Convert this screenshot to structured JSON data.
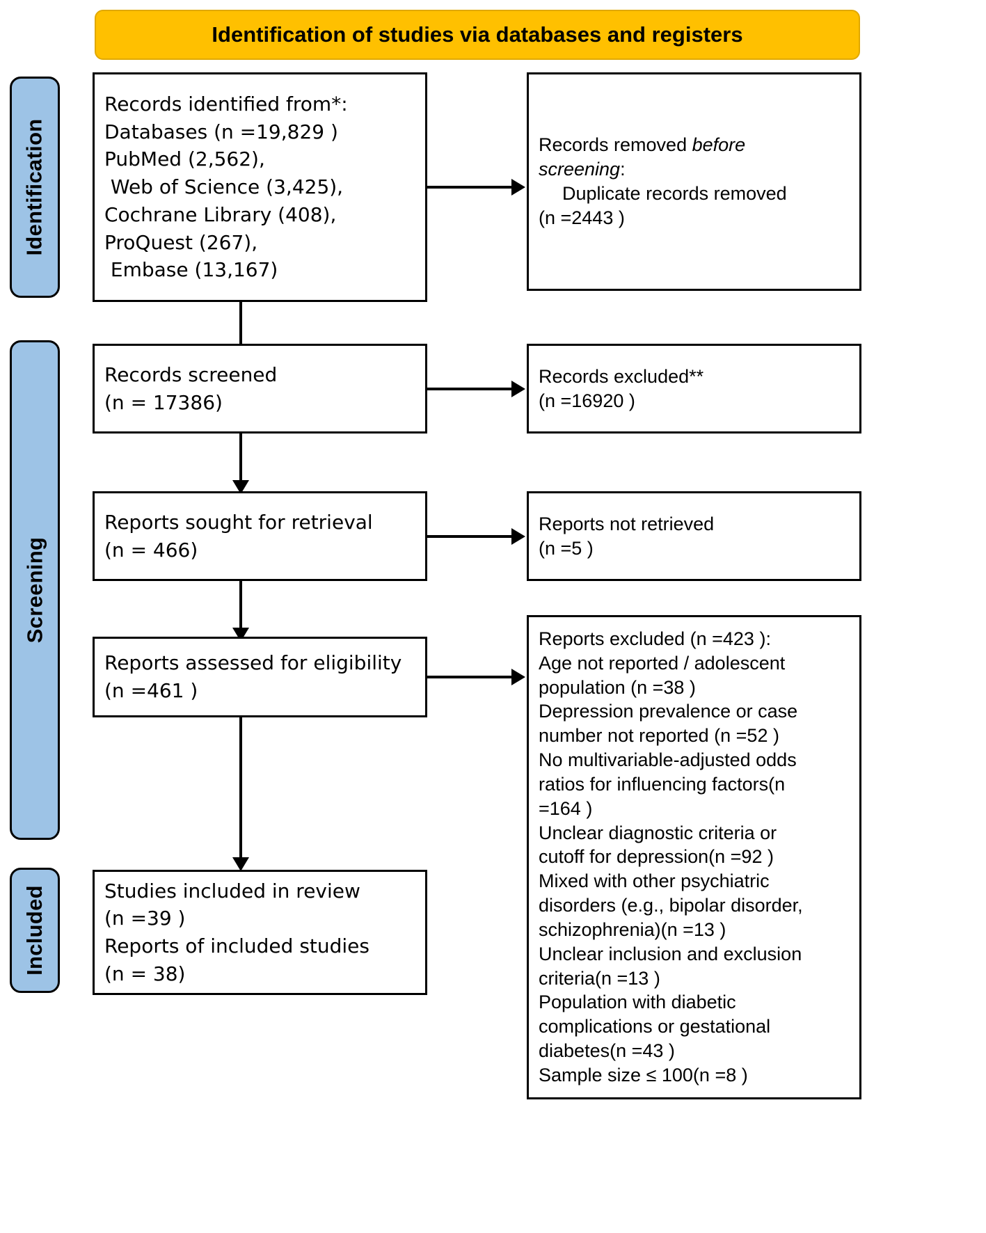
{
  "header": {
    "title": "Identification of studies via databases and registers",
    "bg_color": "#FFC000"
  },
  "phases": [
    {
      "label": "Identification"
    },
    {
      "label": "Screening"
    },
    {
      "label": "Included"
    }
  ],
  "phase_bar_color": "#9DC3E6",
  "boxes": {
    "identified": {
      "lines": [
        "Records identified from*:",
        "Databases (n =19,829 )",
        "PubMed (2,562),",
        " Web of Science (3,425),",
        "Cochrane Library (408),",
        "ProQuest (267),",
        " Embase (13,167)"
      ]
    },
    "removed_before_screening": {
      "line1_plain": "Records removed ",
      "line1_italic": "before",
      "line2_italic": "screening",
      "line2_plain": ":",
      "line3": "Duplicate records removed",
      "line4": "(n =2443 )"
    },
    "records_screened": {
      "lines": [
        "Records screened",
        "(n = 17386)"
      ]
    },
    "records_excluded": {
      "lines": [
        "Records excluded**",
        "(n =16920 )"
      ]
    },
    "reports_sought": {
      "lines": [
        "Reports sought for retrieval",
        "(n = 466)"
      ]
    },
    "reports_not_retrieved": {
      "lines": [
        "Reports not retrieved",
        "(n =5 )"
      ]
    },
    "reports_assessed": {
      "lines": [
        "Reports assessed for eligibility",
        "(n =461 )"
      ]
    },
    "reports_excluded": {
      "lines": [
        "Reports excluded (n =423 ):",
        "Age not reported / adolescent",
        "population (n =38 )",
        "Depression prevalence or case",
        "number not reported (n =52 )",
        "No multivariable-adjusted odds",
        "ratios for influencing factors(n",
        "=164 )",
        "Unclear diagnostic criteria or",
        "cutoff for depression(n =92 )",
        "Mixed with other psychiatric",
        "disorders (e.g., bipolar disorder,",
        "schizophrenia)(n =13 )",
        "Unclear inclusion and exclusion",
        "criteria(n =13 )",
        "Population with diabetic",
        "complications or gestational",
        "diabetes(n =43 )",
        "Sample size ≤ 100(n =8 )"
      ]
    },
    "studies_included": {
      "lines": [
        "Studies included in review",
        "(n =39 )",
        "Reports of included studies",
        "(n = 38)"
      ]
    }
  }
}
